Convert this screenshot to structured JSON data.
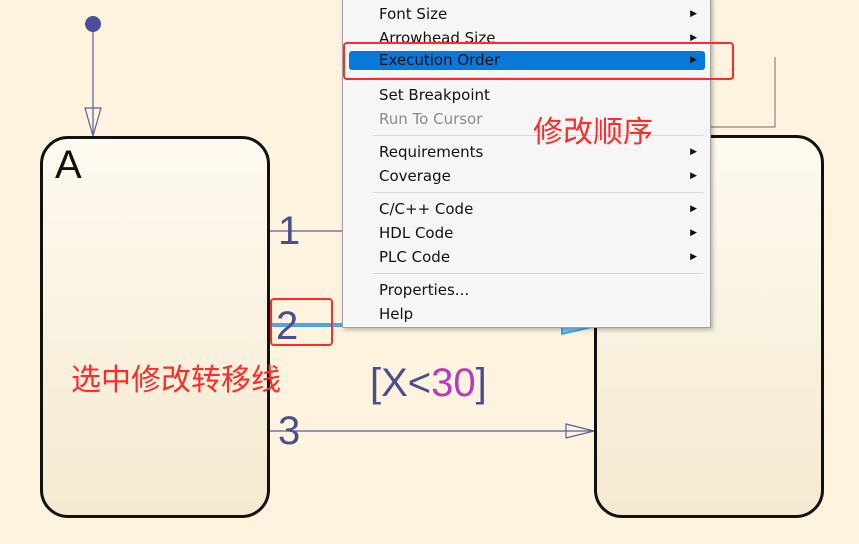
{
  "diagram": {
    "state_a": {
      "label": "A"
    },
    "transitions": [
      {
        "order": "1"
      },
      {
        "order": "2"
      },
      {
        "order": "3"
      }
    ],
    "guard": {
      "open": "[X<",
      "value": "30",
      "close": "]"
    }
  },
  "annotations": {
    "modify_order": "修改顺序",
    "select_transition": "选中修改转移线"
  },
  "context_menu": {
    "items": [
      {
        "label": "Font Size",
        "submenu": true
      },
      {
        "label": "Arrowhead Size",
        "submenu": true
      },
      {
        "label": "Execution Order",
        "submenu": true,
        "active": true
      },
      {
        "label": "Set Breakpoint",
        "submenu": false
      },
      {
        "label": "Run To Cursor",
        "submenu": false,
        "disabled": true
      },
      {
        "label": "Requirements",
        "submenu": true
      },
      {
        "label": "Coverage",
        "submenu": true
      },
      {
        "label": "C/C++ Code",
        "submenu": true
      },
      {
        "label": "HDL Code",
        "submenu": true
      },
      {
        "label": "PLC Code",
        "submenu": true
      },
      {
        "label": "Properties...",
        "submenu": false
      },
      {
        "label": "Help",
        "submenu": false
      }
    ],
    "submenu_arrow": "▶"
  },
  "colors": {
    "background": "#fdf3de",
    "highlight": "#0a78d7",
    "annotation": "#ff2b2b",
    "transition_text": "#4a4f8c",
    "guard_number": "#b53cc0"
  }
}
